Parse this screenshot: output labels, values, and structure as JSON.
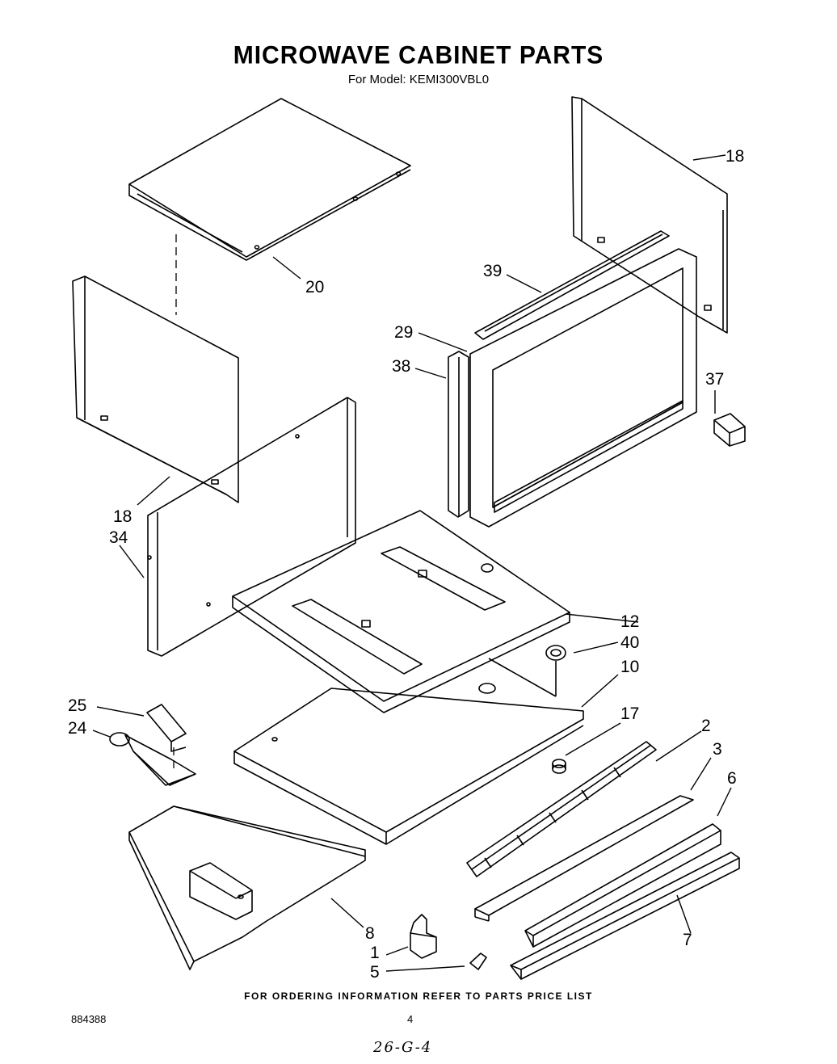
{
  "header": {
    "title": "MICROWAVE CABINET PARTS",
    "subtitle": "For Model: KEMI300VBL0"
  },
  "callouts": [
    "20",
    "18",
    "39",
    "29",
    "38",
    "37",
    "18",
    "34",
    "12",
    "40",
    "10",
    "17",
    "25",
    "24",
    "2",
    "3",
    "6",
    "8",
    "1",
    "5",
    "7"
  ],
  "footer": {
    "note": "FOR ORDERING INFORMATION REFER TO PARTS PRICE LIST",
    "doc_number": "884388",
    "page_number": "4",
    "handwritten": "26-G-4"
  }
}
